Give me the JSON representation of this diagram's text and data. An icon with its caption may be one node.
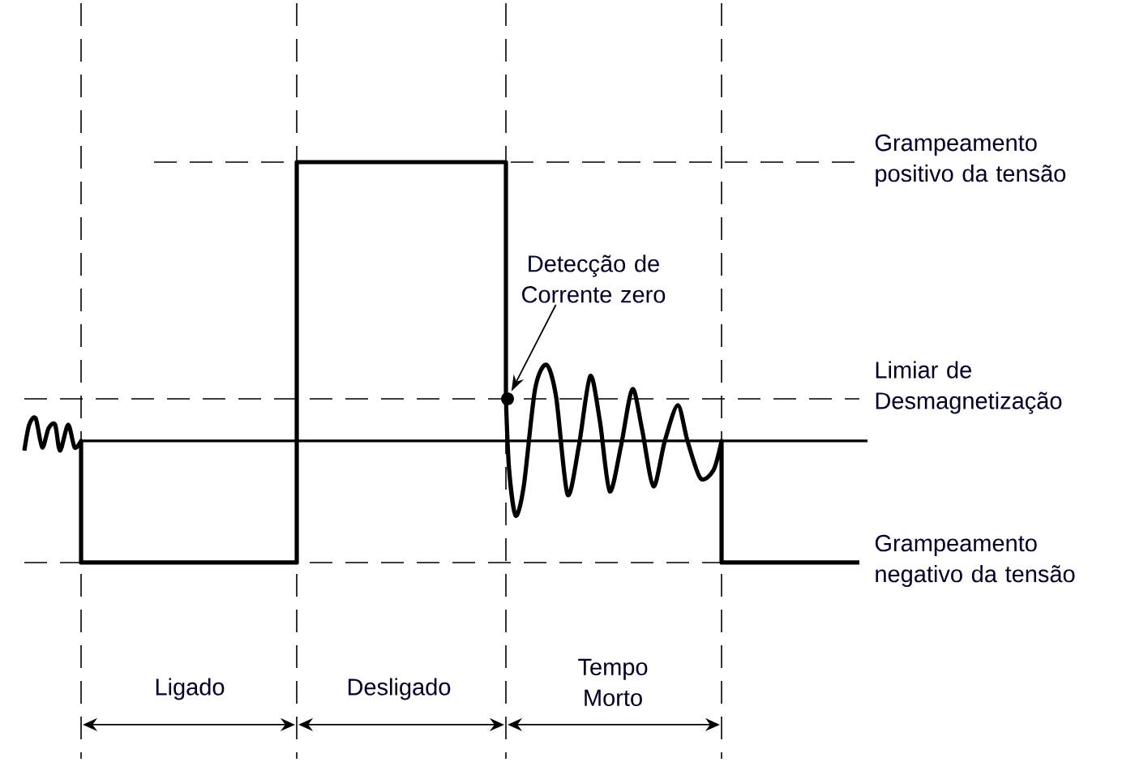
{
  "diagram": {
    "nodes": [
      {
        "text": [
          "Detecção de Corrente zero"
        ]
      },
      {
        "text": [],
        "shape": "circle"
      }
    ],
    "edges": [
      {
        "from": 0,
        "to": 1,
        "arrow": "to"
      }
    ],
    "labels": [
      "Grampeamento positivo da tensão",
      "Limiar de Desmagnetização",
      "Grampeamento negativo da tensão",
      "Ligado",
      "Desligado",
      "Tempo Morto"
    ]
  }
}
